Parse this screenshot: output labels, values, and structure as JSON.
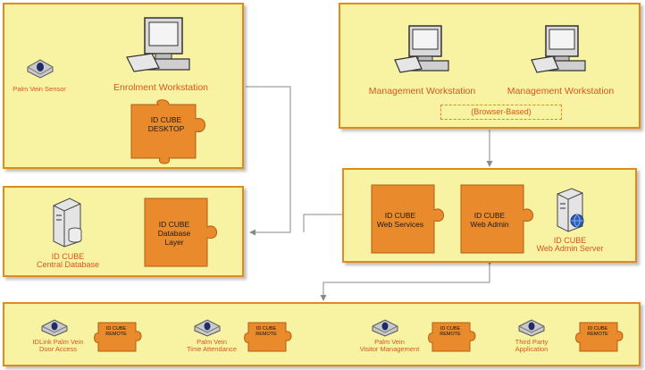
{
  "top_left": {
    "palm_vein_sensor": "Palm Vein Sensor",
    "enrolment_workstation": "Enrolment Workstation",
    "puzzle": "ID CUBE\nDESKTOP"
  },
  "top_right": {
    "management_workstation_1": "Management Workstation",
    "management_workstation_2": "Management Workstation",
    "browser_based": "(Browser-Based)"
  },
  "middle_left": {
    "central_database": "ID CUBE\nCentral Database",
    "puzzle": "ID CUBE\nDatabase\nLayer"
  },
  "middle_right": {
    "web_services": "ID CUBE\nWeb Services",
    "web_admin": "ID CUBE\nWeb Admin",
    "web_admin_server": "ID CUBE\nWeb Admin Server"
  },
  "bottom": {
    "items": [
      {
        "label": "IDLink Palm Vein\nDoor Access",
        "puzzle": "ID CUBE\nREMOTE"
      },
      {
        "label": "Palm Vein\nTime Attendance",
        "puzzle": "ID CUBE\nREMOTE"
      },
      {
        "label": "Palm Vein\nVisitor Management",
        "puzzle": "ID CUBE\nREMOTE"
      },
      {
        "label": "Third Party\nApplication",
        "puzzle": "ID CUBE\nREMOTE"
      }
    ]
  },
  "colors": {
    "panel_fill": "#f7f3a3",
    "panel_border": "#e08a1e",
    "puzzle_fill": "#e98a2c",
    "label_text": "#d8561b",
    "connector": "#8a8a8a"
  }
}
